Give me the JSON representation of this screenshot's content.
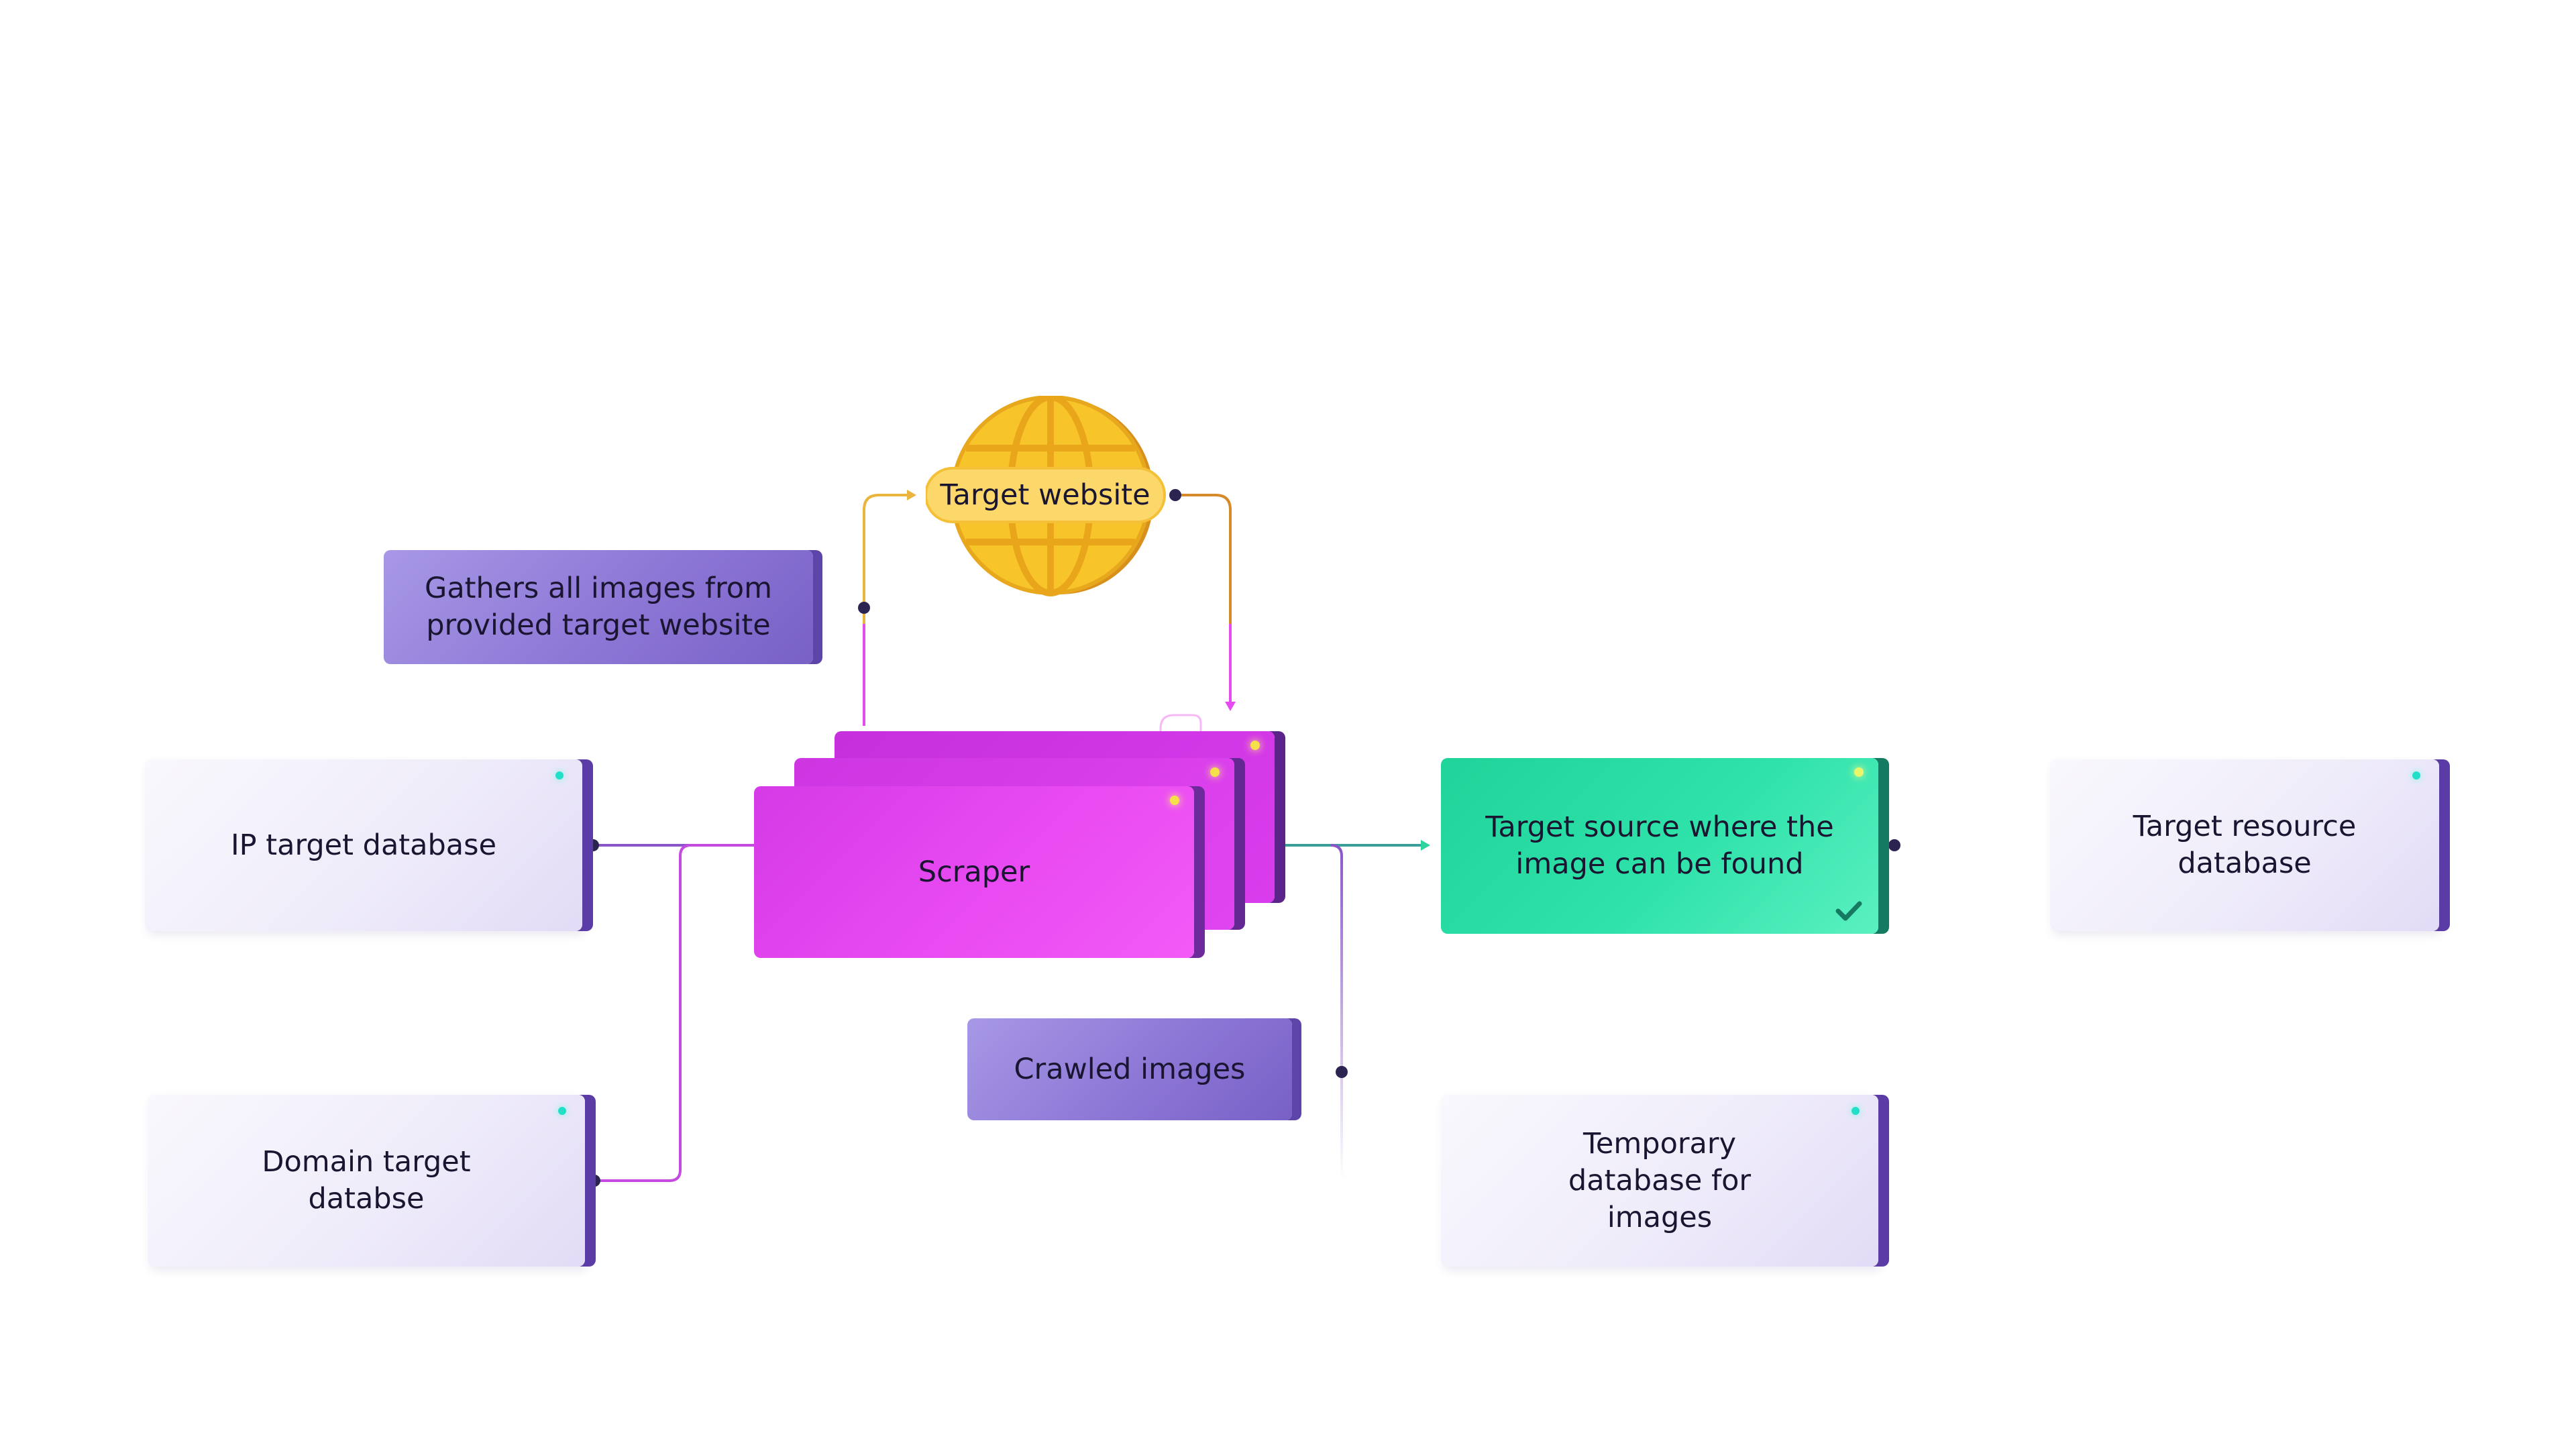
{
  "nodes": {
    "target_website": "Target website",
    "gathers_label": "Gathers all images from provided target website",
    "ip_db": "IP target database",
    "domain_db": "Domain target databse",
    "scraper": "Scraper",
    "target_source": "Target source where the image can be found",
    "target_resource_db": "Target resource database",
    "crawled_label": "Crawled images",
    "temp_db": "Temporary database for images"
  },
  "colors": {
    "globe": "#f7c52a",
    "scraper": "#e846f0",
    "label": "#8a74d4",
    "green": "#2fe2aa",
    "db_shadow": "#5b3ca6"
  },
  "icons": {
    "globe": "globe-icon",
    "check": "check-icon"
  }
}
